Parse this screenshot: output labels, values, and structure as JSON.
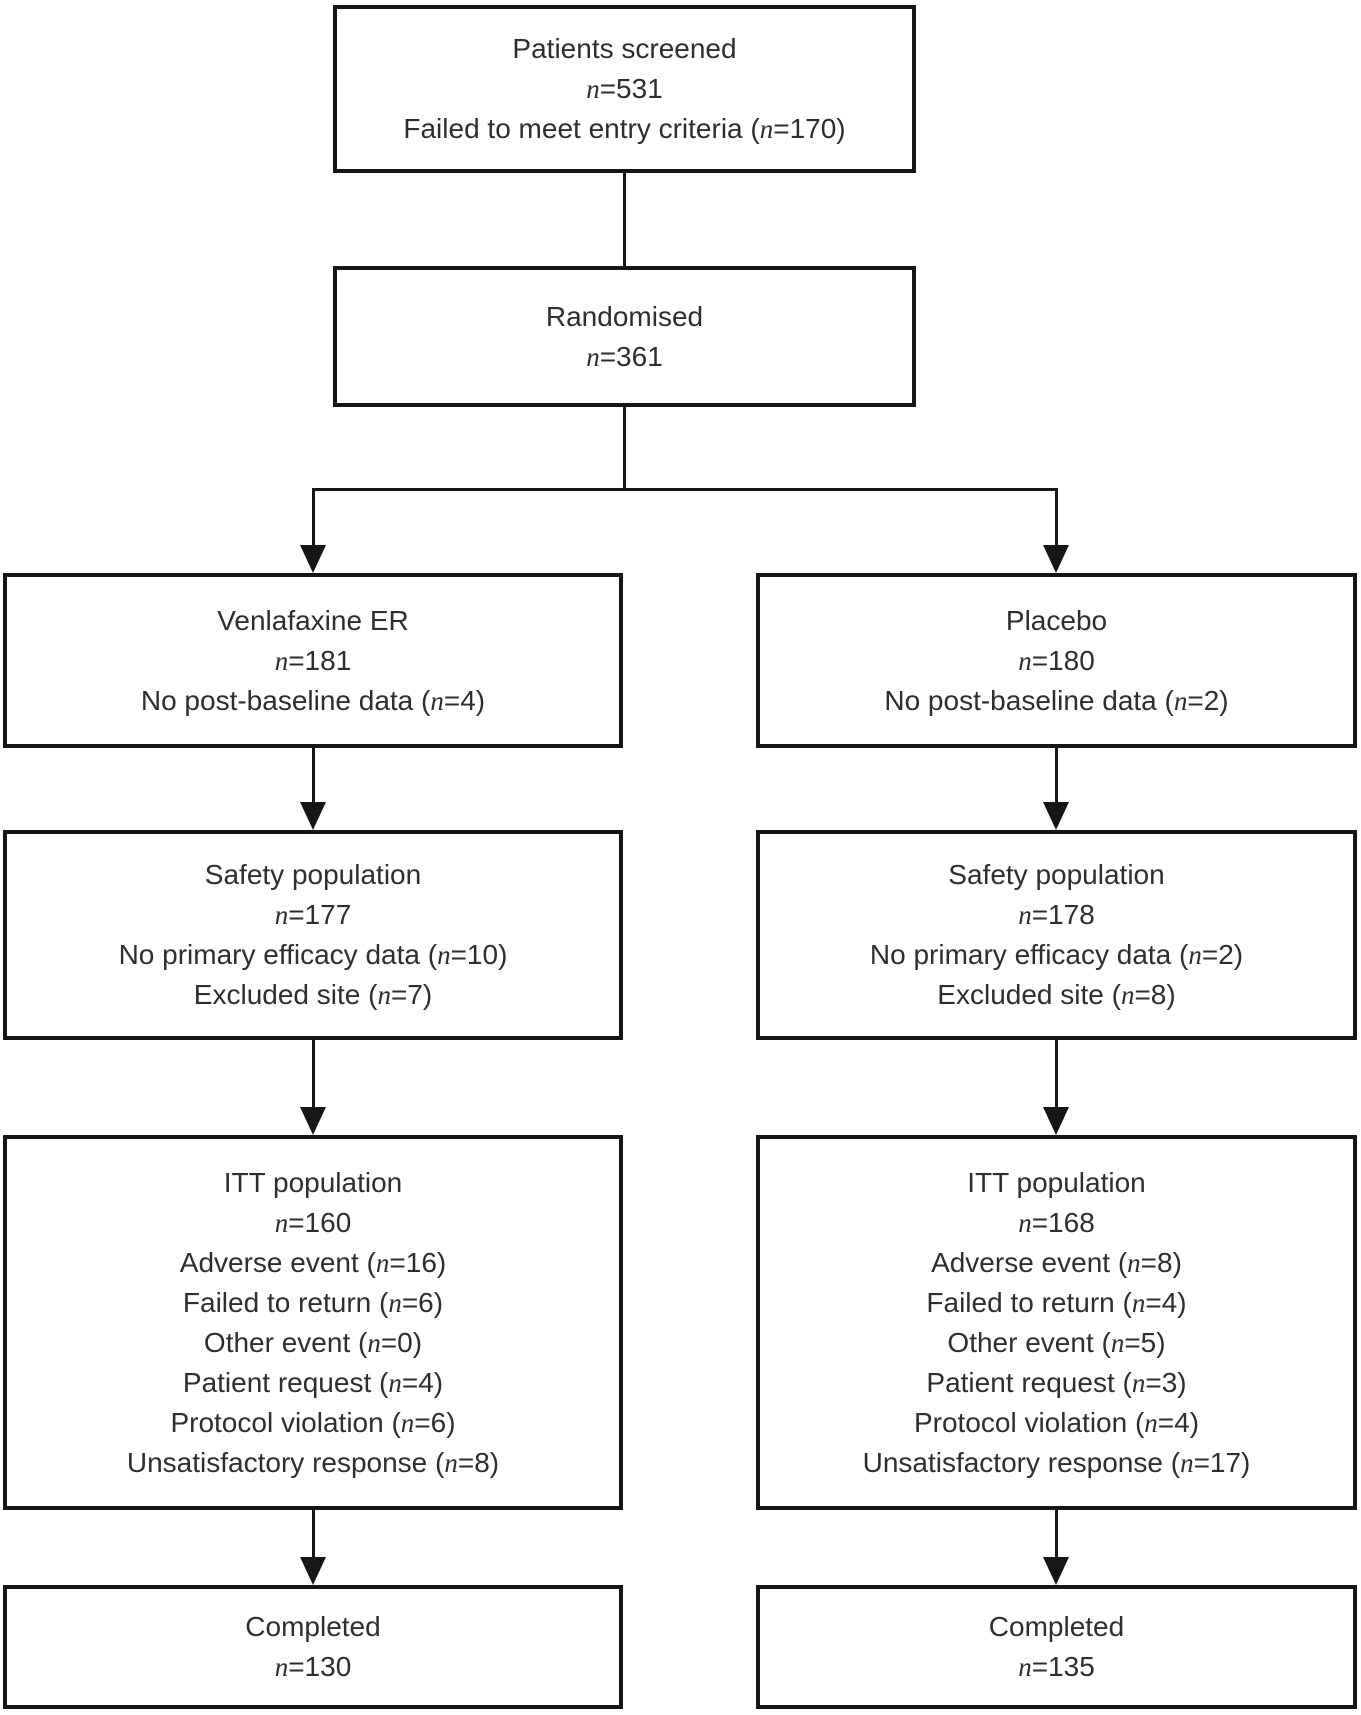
{
  "diagram": {
    "type": "consort-flowchart",
    "colors": {
      "line": "#161616",
      "box_border": "#161616",
      "text": "#2e2e2e",
      "background": "#ffffff"
    },
    "boxes": {
      "screened": {
        "lines": [
          "Patients screened",
          "n=531",
          "Failed to meet entry criteria (n=170)"
        ]
      },
      "randomised": {
        "lines": [
          "Randomised",
          "n=361"
        ]
      },
      "venlafaxine": {
        "lines": [
          "Venlafaxine ER",
          "n=181",
          "No post-baseline data (n=4)"
        ]
      },
      "placebo": {
        "lines": [
          "Placebo",
          "n=180",
          "No post-baseline data (n=2)"
        ]
      },
      "safety_left": {
        "lines": [
          "Safety population",
          "n=177",
          "No primary efficacy data (n=10)",
          "Excluded site (n=7)"
        ]
      },
      "safety_right": {
        "lines": [
          "Safety population",
          "n=178",
          "No primary efficacy data (n=2)",
          "Excluded site (n=8)"
        ]
      },
      "itt_left": {
        "lines": [
          "ITT population",
          "n=160",
          "Adverse event (n=16)",
          "Failed to return (n=6)",
          "Other event (n=0)",
          "Patient request (n=4)",
          "Protocol violation (n=6)",
          "Unsatisfactory response (n=8)"
        ]
      },
      "itt_right": {
        "lines": [
          "ITT population",
          "n=168",
          "Adverse event (n=8)",
          "Failed to return (n=4)",
          "Other event (n=5)",
          "Patient request (n=3)",
          "Protocol violation (n=4)",
          "Unsatisfactory response (n=17)"
        ]
      },
      "completed_left": {
        "lines": [
          "Completed",
          "n=130"
        ]
      },
      "completed_right": {
        "lines": [
          "Completed",
          "n=135"
        ]
      }
    }
  }
}
